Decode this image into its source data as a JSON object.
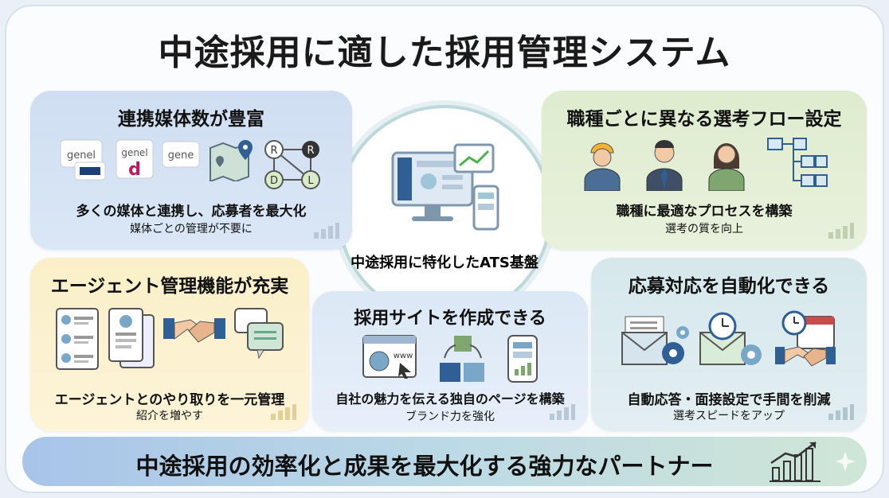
{
  "title": "中途採用に適した採用管理システム",
  "center": {
    "label": "中途採用に特化したATS基盤"
  },
  "panels": {
    "top_left": {
      "heading": "連携媒体数が豊富",
      "main": "多くの媒体と連携し、応募者を最大化",
      "sub": "媒体ごとの管理が不要に",
      "logos": [
        "genel",
        "genel",
        "gene"
      ]
    },
    "top_right": {
      "heading": "職種ごとに異なる選考フロー設定",
      "main": "職種に最適なプロセスを構築",
      "sub": "選考の質を向上"
    },
    "mid_left": {
      "heading": "エージェント管理機能が充実",
      "main": "エージェントとのやり取りを一元管理",
      "sub": "紹介を増やす"
    },
    "mid_center": {
      "heading": "採用サイトを作成できる",
      "main": "自社の魅力を伝える独自のページを構築",
      "sub": "ブランド力を強化",
      "www": "www"
    },
    "mid_right": {
      "heading": "応募対応を自動化できる",
      "main": "自動応答・面接設定で手間を削減",
      "sub": "選考スピードをアップ"
    }
  },
  "banner": {
    "text": "中途採用の効率化と成果を最大化する強力なパートナー"
  },
  "colors": {
    "blue": "#2f5f95",
    "green": "#6aa84f",
    "accent": "#e8a33d"
  }
}
